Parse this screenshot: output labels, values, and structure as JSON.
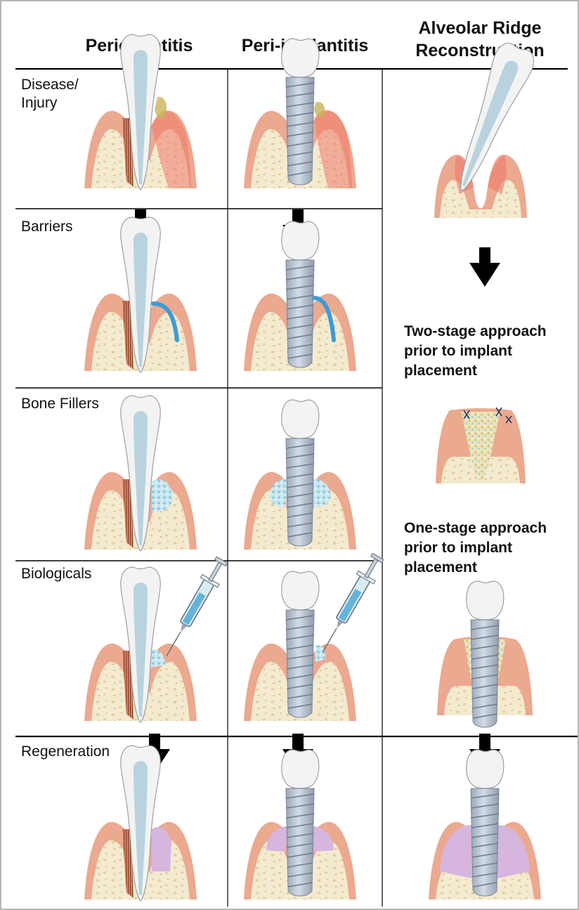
{
  "columns": {
    "periodontitis": "Periodontitis",
    "peri_implantitis": "Peri-implantitis",
    "ridge_line1": "Alveolar Ridge",
    "ridge_line2": "Reconstruction"
  },
  "rows": {
    "disease_line1": "Disease/",
    "disease_line2": "Injury",
    "barriers": "Barriers",
    "bone_fillers": "Bone Fillers",
    "biologicals": "Biologicals",
    "regeneration": "Regeneration"
  },
  "ridge_notes": {
    "two_stage": [
      "Two-stage approach",
      "prior to implant",
      "placement"
    ],
    "one_stage": [
      "One-stage approach",
      "prior to implant",
      "placement"
    ]
  },
  "colors": {
    "gum": "#eba98f",
    "gum_light": "#f6cdbb",
    "inflamed": "#ee7a6c",
    "bone": "#f4ead0",
    "enamel": "#f4f4f4",
    "pulp": "#b9d3de",
    "implant": "#b9c4d2",
    "barrier": "#3b9cd6",
    "graft": "#c9e6ef",
    "regenerated": "#d6b5df",
    "ligament": "#8a3a1f",
    "calculus": "#c9b45a"
  }
}
